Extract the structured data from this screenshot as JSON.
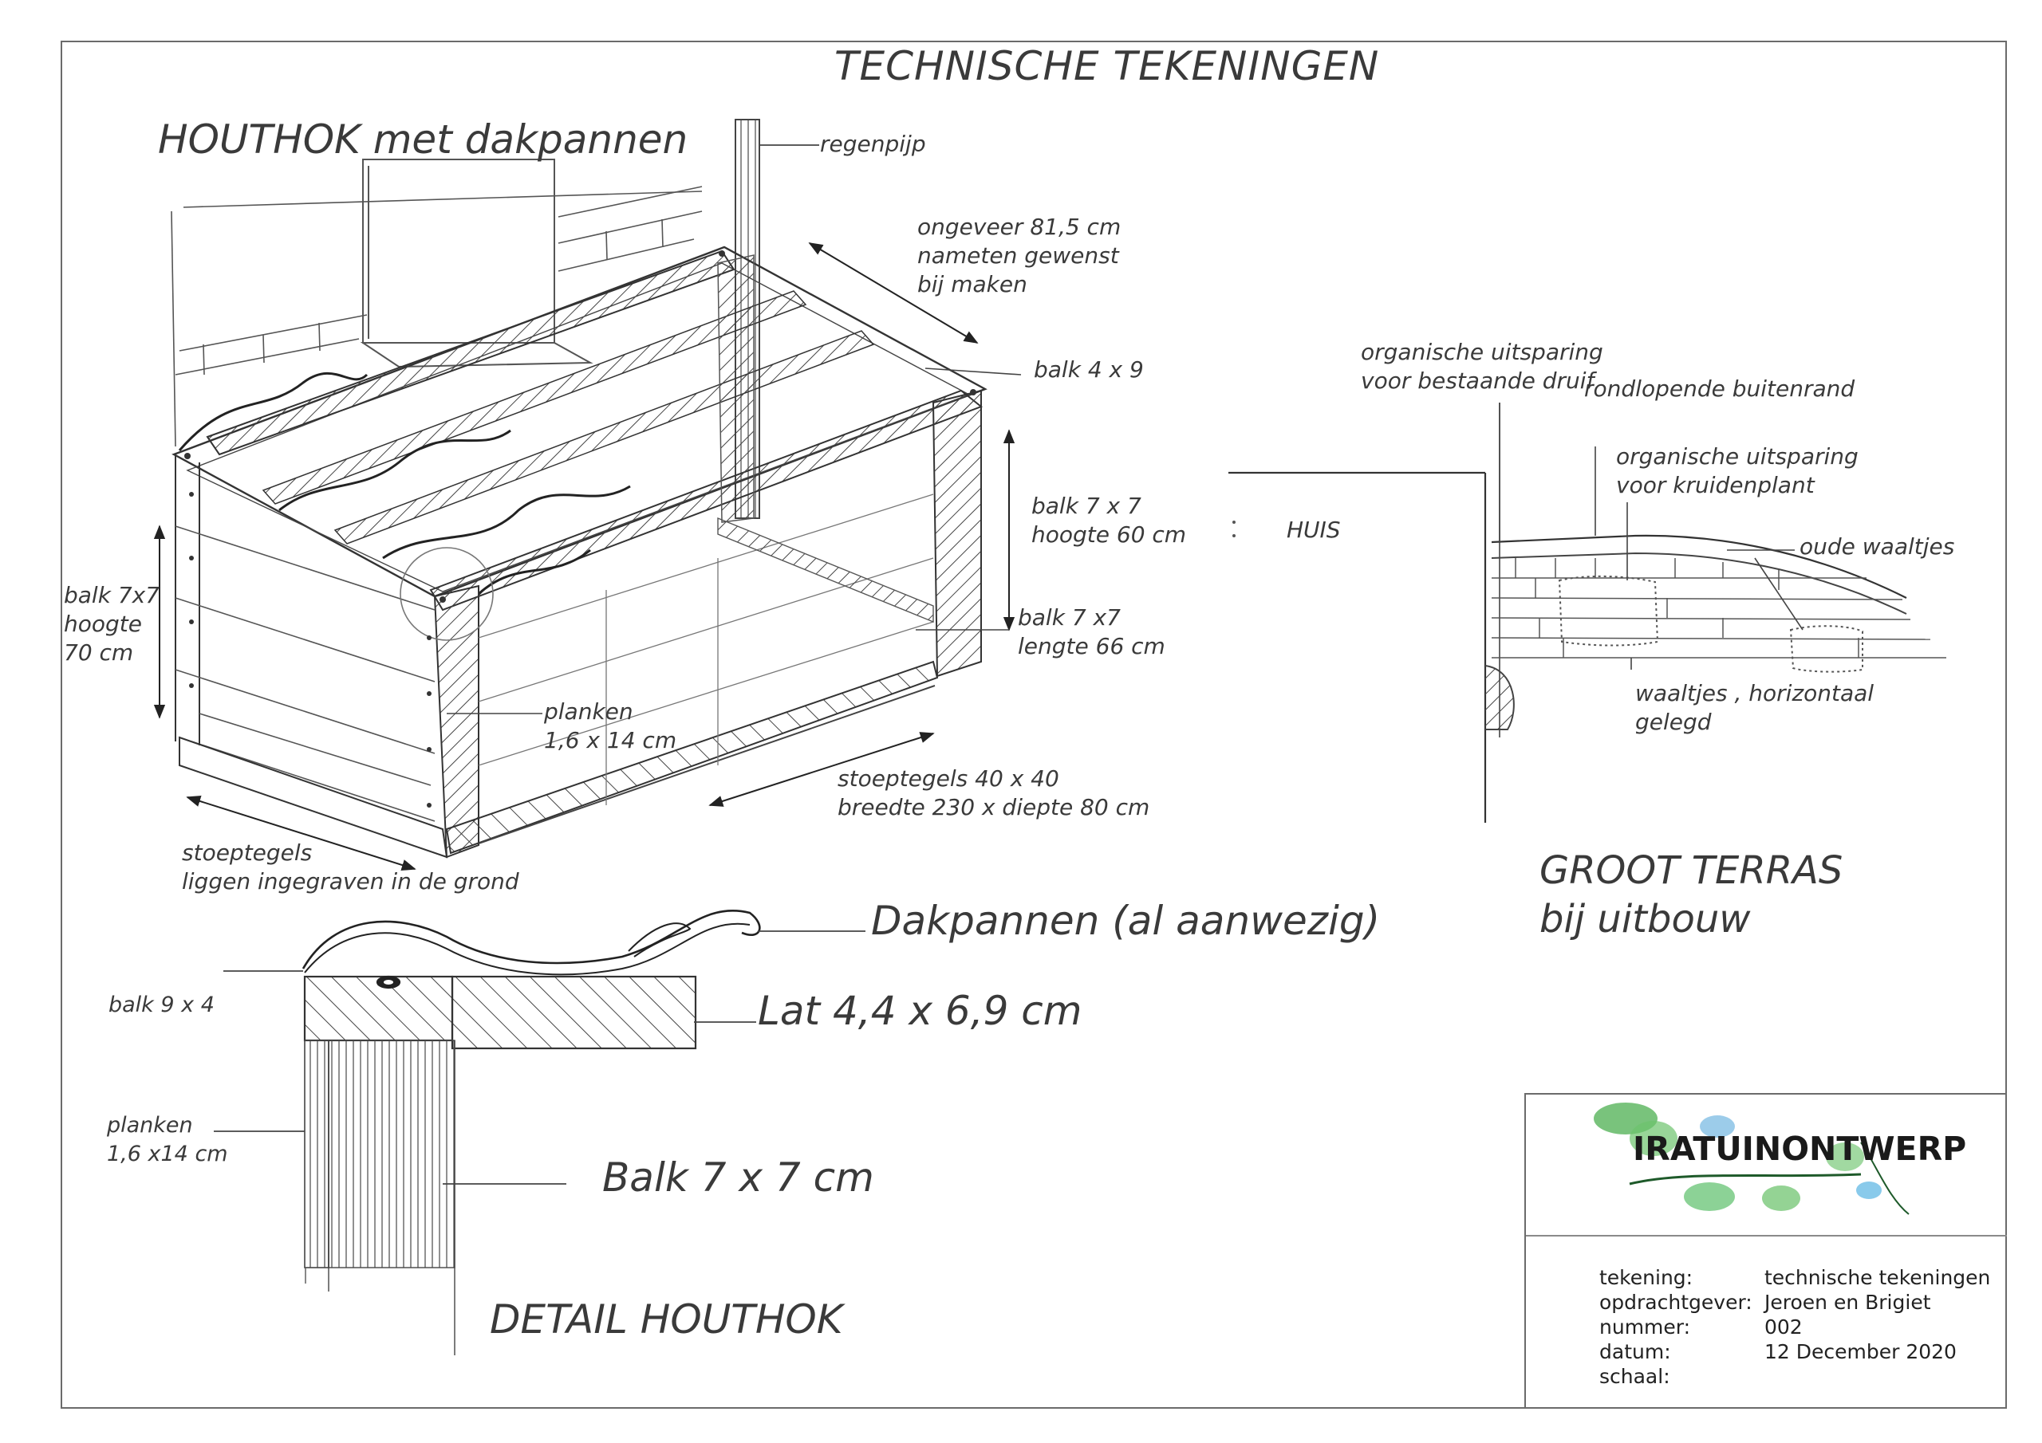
{
  "sheet": {
    "title": "TECHNISCHE TEKENINGEN"
  },
  "houthok": {
    "title": "HOUTHOK met dakpannen",
    "labels": {
      "regenpijp": "regenpijp",
      "ongeveer": [
        "ongeveer 81,5 cm",
        "nameten gewenst",
        "bij maken"
      ],
      "balk_4x9": "balk 4 x 9",
      "balk_7x7_hoogte": [
        "balk 7 x 7",
        "hoogte 60 cm"
      ],
      "balk_7x7_lengte": [
        "balk 7 x7",
        "lengte 66 cm"
      ],
      "balk_7x7_70": [
        "balk 7x7",
        "hoogte",
        "70 cm"
      ],
      "planken": [
        "planken",
        "1,6 x 14 cm"
      ],
      "stoeptegels_breedte": [
        "stoeptegels 40 x 40",
        "breedte 230 x diepte 80 cm"
      ],
      "stoeptegels_grond": [
        "stoeptegels",
        "liggen ingegraven in de grond"
      ]
    }
  },
  "terras": {
    "title": [
      "GROOT TERRAS",
      "bij uitbouw"
    ],
    "labels": {
      "druif": [
        "organische uitsparing",
        "voor bestaande druif"
      ],
      "buitenrand": "rondlopende buitenrand",
      "kruidenplant": [
        "organische uitsparing",
        "voor kruidenplant"
      ],
      "huis": "HUIS",
      "oude_waaltjes": "oude waaltjes",
      "waaltjes": [
        "waaltjes , horizontaal",
        "gelegd"
      ]
    }
  },
  "detail": {
    "title": "DETAIL HOUTHOK",
    "labels": {
      "dakpannen": "Dakpannen (al aanwezig)",
      "lat": "Lat 4,4 x 6,9 cm",
      "balk_9x4": "balk 9 x 4",
      "planken": [
        "planken",
        "1,6 x14 cm"
      ],
      "balk_7x7": "Balk  7 x 7 cm"
    }
  },
  "titleblock": {
    "logo_text": "IRATUINONTWERP",
    "rows": [
      {
        "key": "tekening:",
        "value": "technische tekeningen"
      },
      {
        "key": "opdrachtgever:",
        "value": "Jeroen en Brigiet"
      },
      {
        "key": "nummer:",
        "value": "002"
      },
      {
        "key": "datum:",
        "value": "12 December 2020"
      },
      {
        "key": "schaal:",
        "value": ""
      }
    ]
  }
}
